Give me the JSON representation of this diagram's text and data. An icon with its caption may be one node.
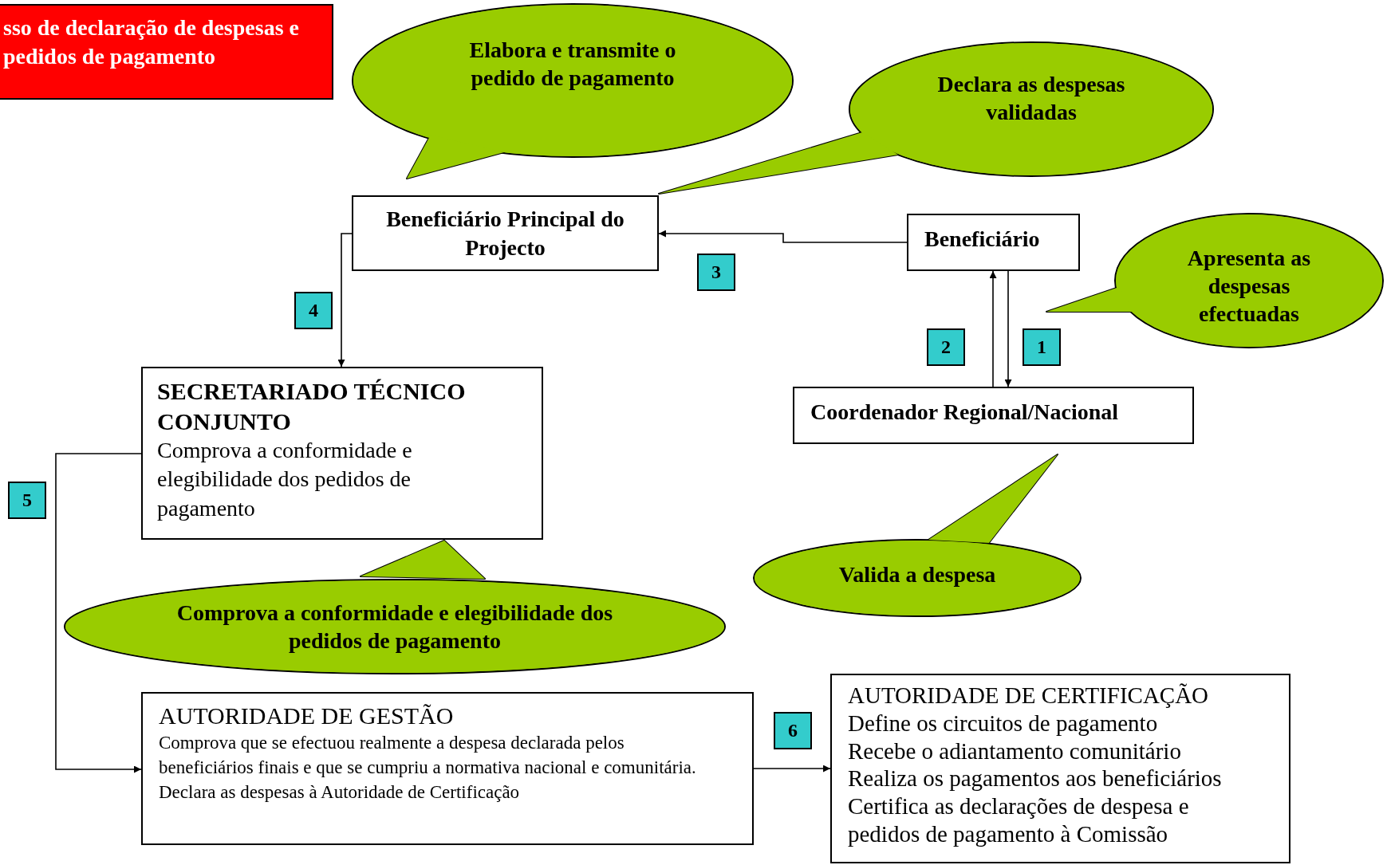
{
  "diagram": {
    "title": "sso de declaração de despesas e pedidos de pagamento",
    "nodes": [
      {
        "text": [
          "Elabora e transmite o pedido de pagamento"
        ]
      },
      {
        "text": [
          "Declara as despesas validadas"
        ]
      },
      {
        "text": [
          "Beneficiário Principal do Projecto"
        ]
      },
      {
        "text": [
          "Beneficiário"
        ]
      },
      {
        "text": [
          "Apresenta as despesas efectuadas"
        ]
      },
      {
        "text": [
          "Coordenador Regional/Nacional"
        ]
      },
      {
        "text": [
          "Valida a despesa"
        ]
      },
      {
        "text": [
          "SECRETARIADO TÉCNICO CONJUNTO",
          "Comprova a conformidade e elegibilidade dos pedidos de pagamento"
        ]
      },
      {
        "text": [
          "Comprova a conformidade e elegibilidade dos pedidos de pagamento"
        ]
      },
      {
        "text": [
          "AUTORIDADE DE GESTÃO",
          "Comprova que se efectuou realmente a despesa declarada pelos beneficiários finais e que se cumpriu a normativa nacional e comunitária.",
          "Declara as despesas à Autoridade de Certificação"
        ]
      },
      {
        "text": [
          "AUTORIDADE DE CERTIFICAÇÃO",
          "Define os circuitos de pagamento",
          "Recebe o adiantamento comunitário",
          "Realiza os pagamentos aos beneficiários",
          "Certifica as declarações de despesa e pedidos de pagamento à Comissão"
        ]
      }
    ],
    "edges": [
      {
        "from": 5,
        "to": 3,
        "arrow": "to",
        "label": "2"
      },
      {
        "from": 3,
        "to": 5,
        "arrow": "to",
        "label": "1"
      },
      {
        "from": 3,
        "to": 2,
        "arrow": "to",
        "label": "3"
      },
      {
        "from": 2,
        "to": 7,
        "arrow": "to",
        "label": "4"
      },
      {
        "from": 7,
        "to": 9,
        "arrow": "to",
        "label": "5"
      },
      {
        "from": 9,
        "to": 10,
        "arrow": "to",
        "label": "6"
      }
    ]
  }
}
